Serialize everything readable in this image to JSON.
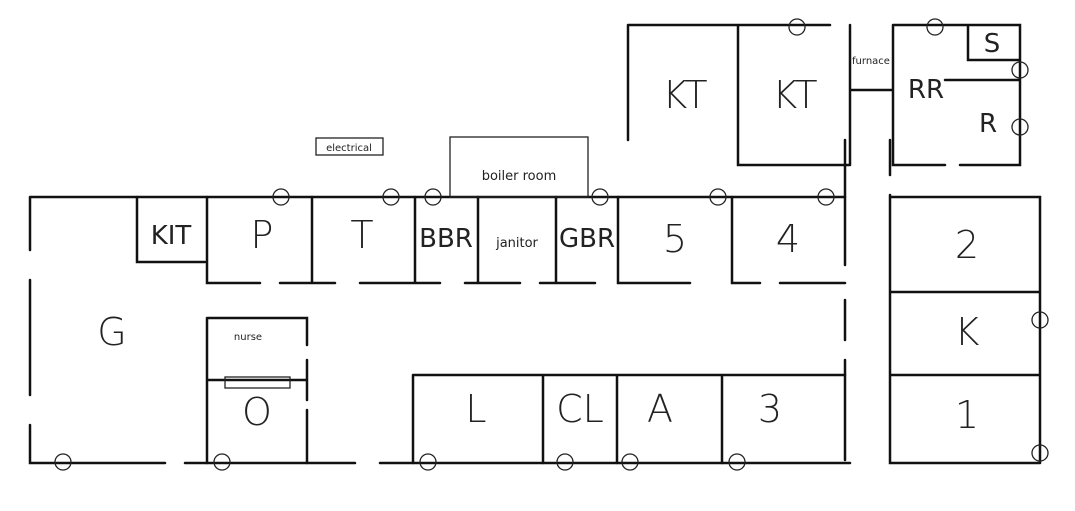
{
  "rooms": {
    "G": "G",
    "KIT": "KIT",
    "P": "P",
    "T": "T",
    "BBR": "BBR",
    "janitor": "janitor",
    "GBR": "GBR",
    "five": "5",
    "four": "4",
    "KT1": "KT",
    "KT2": "KT",
    "furnace": "furnace",
    "RR": "RR",
    "S": "S",
    "R": "R",
    "two": "2",
    "K": "K",
    "one": "1",
    "nurse": "nurse",
    "O": "O",
    "L": "L",
    "CL": "CL",
    "A": "A",
    "three": "3",
    "electrical": "electrical",
    "boiler": "boiler room"
  }
}
